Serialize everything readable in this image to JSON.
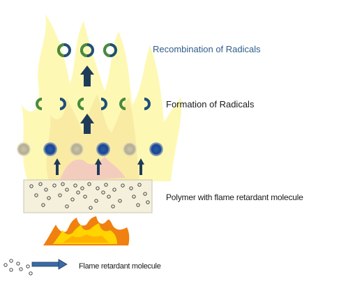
{
  "labels": {
    "recombination": "Recombination of Radicals",
    "formation": "Formation of Radicals",
    "polymer": "Polymer with flame retardant molecule",
    "legend": "Flame retardant molecule"
  },
  "colors": {
    "flame_outer": "#fdf8a8",
    "flame_inner": "#f8e7a0",
    "flame_pink": "#f3c4c4",
    "fire_orange": "#f08010",
    "fire_yellow": "#ffd400",
    "polymer_block": "#f4f0dc",
    "radical_dark": "#1f4e79",
    "radical_green": "#4a8a3c",
    "molecule_gray": "#b9b39a",
    "molecule_blue": "#1f4e9f",
    "arrow": "#1f3b5a",
    "legend_arrow": "#3a6aa8",
    "recombination_text": "#2f5d8a"
  }
}
